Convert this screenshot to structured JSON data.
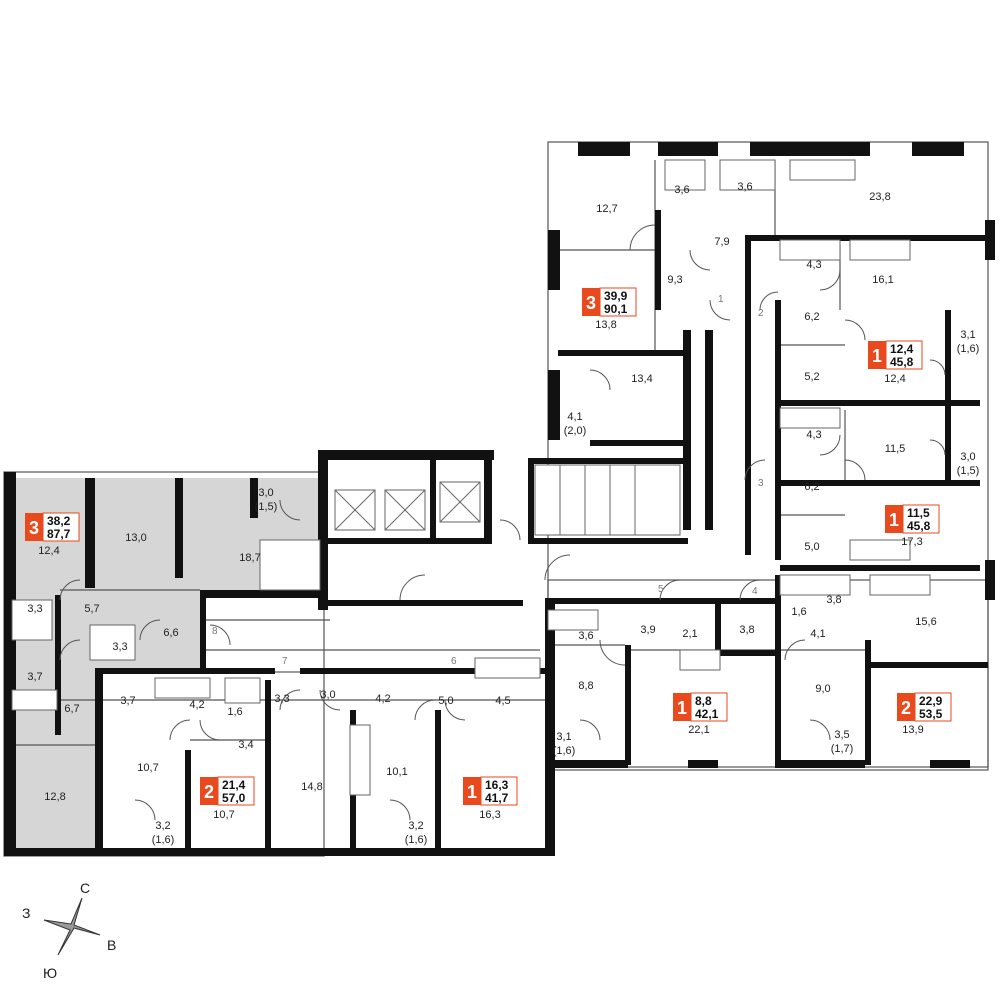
{
  "compass": {
    "north": "С",
    "east": "В",
    "south": "Ю",
    "west": "З"
  },
  "colors": {
    "badge": "#e8491d",
    "highlight_unit": "#d6d6d6",
    "wall": "#111111"
  },
  "apartments": [
    {
      "id": "apt-3-west",
      "rooms": "3",
      "living_area": "38,2",
      "total_area": "87,7",
      "highlighted": true
    },
    {
      "id": "apt-3-north",
      "rooms": "3",
      "living_area": "39,9",
      "total_area": "90,1",
      "highlighted": false
    },
    {
      "id": "apt-1-ne-upper",
      "rooms": "1",
      "living_area": "12,4",
      "total_area": "45,8",
      "highlighted": false
    },
    {
      "id": "apt-1-ne-lower",
      "rooms": "1",
      "living_area": "11,5",
      "total_area": "45,8",
      "highlighted": false
    },
    {
      "id": "apt-1-center",
      "rooms": "1",
      "living_area": "8,8",
      "total_area": "42,1",
      "highlighted": false
    },
    {
      "id": "apt-2-east",
      "rooms": "2",
      "living_area": "22,9",
      "total_area": "53,5",
      "highlighted": false
    },
    {
      "id": "apt-2-south",
      "rooms": "2",
      "living_area": "21,4",
      "total_area": "57,0",
      "highlighted": false
    },
    {
      "id": "apt-1-south",
      "rooms": "1",
      "living_area": "16,3",
      "total_area": "41,7",
      "highlighted": false
    }
  ],
  "room_labels": [
    "12,7",
    "3,6",
    "3,6",
    "23,8",
    "7,9",
    "9,3",
    "13,8",
    "4,3",
    "16,1",
    "6,2",
    "3,1",
    "(1,6)",
    "12,4",
    "5,2",
    "13,4",
    "4,1",
    "(2,0)",
    "4,3",
    "11,5",
    "3,0",
    "(1,5)",
    "6,2",
    "17,3",
    "5,0",
    "12,4",
    "13,0",
    "3,0",
    "(1,5)",
    "18,7",
    "3,3",
    "5,7",
    "3,3",
    "6,6",
    "3,7",
    "6,7",
    "12,8",
    "3,7",
    "4,2",
    "1,6",
    "3,3",
    "3,0",
    "4,2",
    "5,0",
    "4,5",
    "3,4",
    "10,7",
    "10,7",
    "14,8",
    "10,1",
    "16,3",
    "3,2",
    "(1,6)",
    "3,2",
    "(1,6)",
    "3,6",
    "3,9",
    "2,1",
    "3,8",
    "1,6",
    "3,8",
    "4,1",
    "15,6",
    "8,8",
    "9,0",
    "3,1",
    "(1,6)",
    "22,1",
    "3,5",
    "(1,7)",
    "13,9"
  ],
  "corridor_numbers": [
    "1",
    "2",
    "3",
    "4",
    "5",
    "6",
    "7",
    "8"
  ]
}
